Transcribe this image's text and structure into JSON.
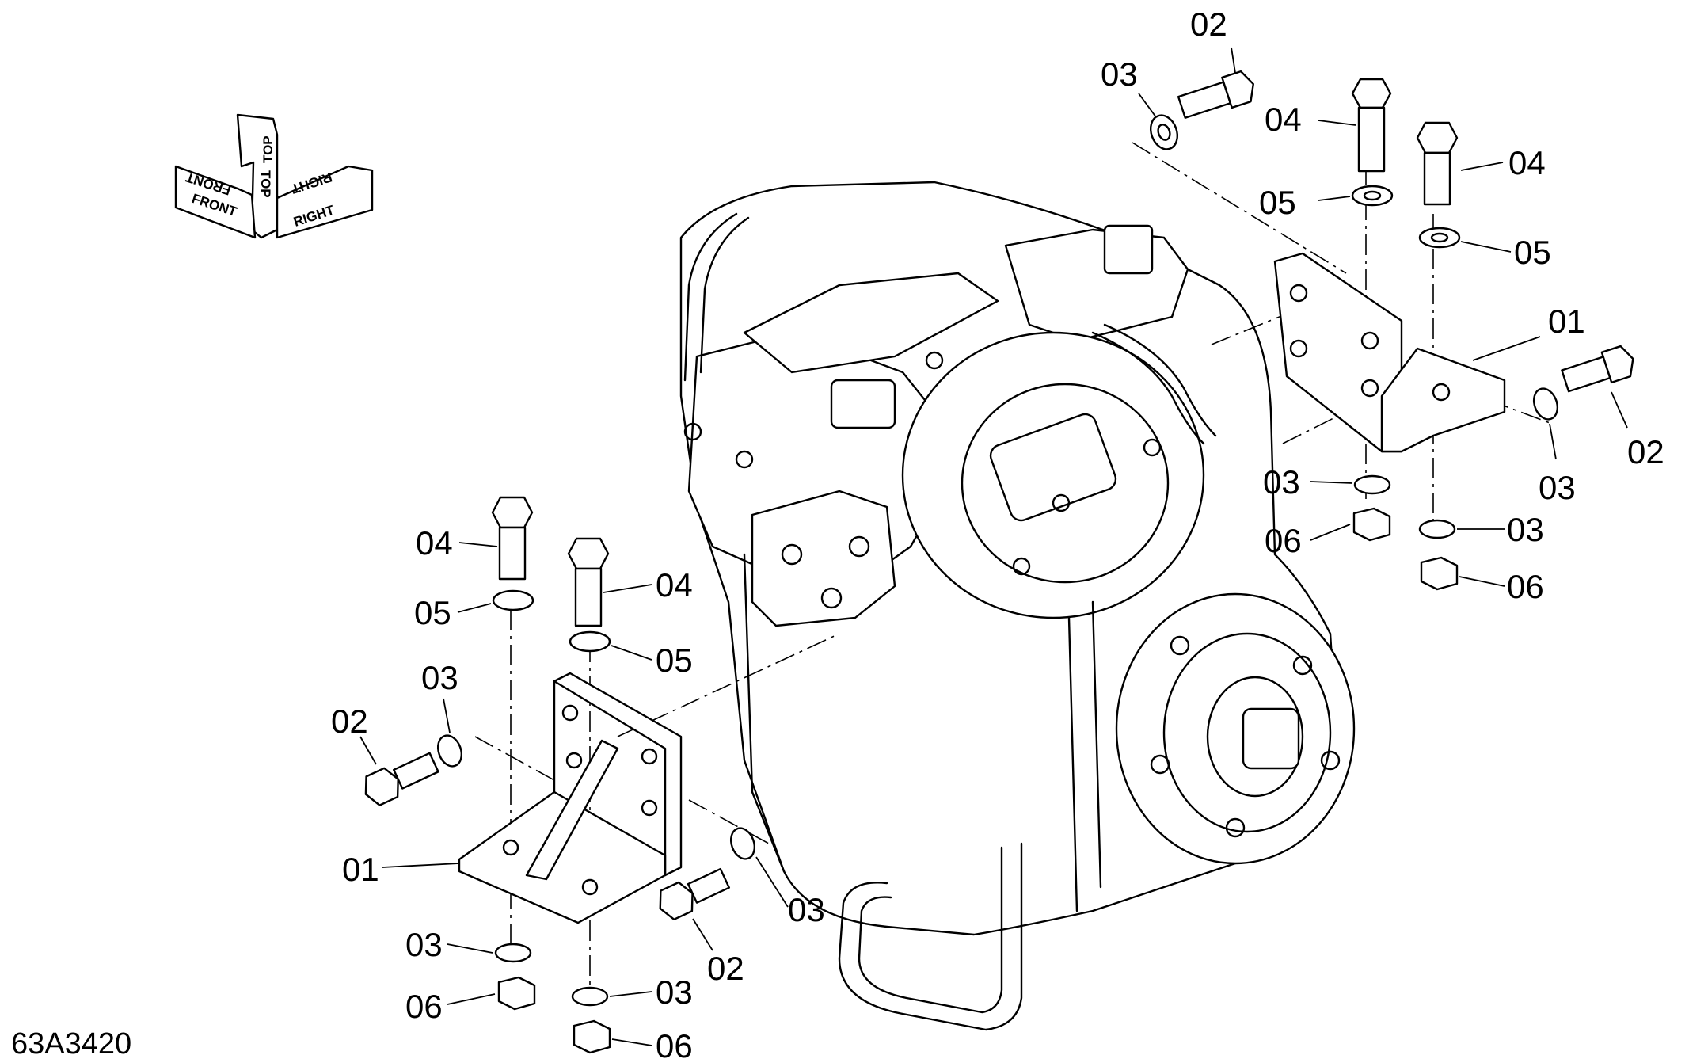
{
  "drawing_number": "63A3420",
  "orientation_indicator": {
    "labels": [
      "FRONT",
      "TOP",
      "RIGHT"
    ],
    "mirrored_labels": [
      "FRONT",
      "TOP",
      "RIGHT"
    ]
  },
  "callouts": [
    {
      "id": "c-02-top",
      "text": "02"
    },
    {
      "id": "c-03-top",
      "text": "03"
    },
    {
      "id": "c-04-top-a",
      "text": "04"
    },
    {
      "id": "c-04-top-b",
      "text": "04"
    },
    {
      "id": "c-05-top-a",
      "text": "05"
    },
    {
      "id": "c-05-top-b",
      "text": "05"
    },
    {
      "id": "c-01-right",
      "text": "01"
    },
    {
      "id": "c-02-right",
      "text": "02"
    },
    {
      "id": "c-03-right-a",
      "text": "03"
    },
    {
      "id": "c-03-right-b",
      "text": "03"
    },
    {
      "id": "c-03-right-c",
      "text": "03"
    },
    {
      "id": "c-06-right-a",
      "text": "06"
    },
    {
      "id": "c-06-right-b",
      "text": "06"
    },
    {
      "id": "c-04-left-a",
      "text": "04"
    },
    {
      "id": "c-04-left-b",
      "text": "04"
    },
    {
      "id": "c-05-left-a",
      "text": "05"
    },
    {
      "id": "c-05-left-b",
      "text": "05"
    },
    {
      "id": "c-03-left-a",
      "text": "03"
    },
    {
      "id": "c-02-left-a",
      "text": "02"
    },
    {
      "id": "c-01-left",
      "text": "01"
    },
    {
      "id": "c-03-left-b",
      "text": "03"
    },
    {
      "id": "c-02-left-b",
      "text": "02"
    },
    {
      "id": "c-03-left-c",
      "text": "03"
    },
    {
      "id": "c-06-left-a",
      "text": "06"
    },
    {
      "id": "c-03-left-d",
      "text": "03"
    },
    {
      "id": "c-06-left-b",
      "text": "06"
    }
  ]
}
